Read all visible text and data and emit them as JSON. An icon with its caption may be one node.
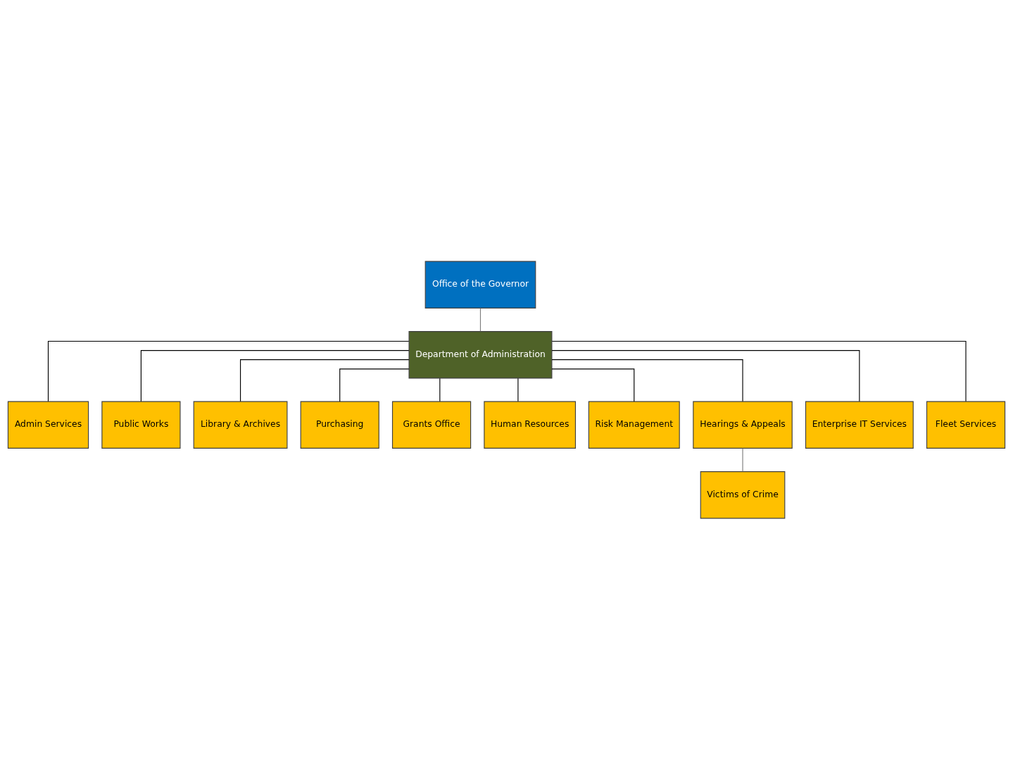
{
  "diagram": {
    "nodes": [
      {
        "text": [
          "Office of the Governor"
        ]
      },
      {
        "text": [
          "Department of Administration"
        ]
      },
      {
        "text": [
          "Admin Services"
        ]
      },
      {
        "text": [
          "Public Works"
        ]
      },
      {
        "text": [
          "Library & Archives"
        ]
      },
      {
        "text": [
          "Purchasing"
        ]
      },
      {
        "text": [
          "Grants Office"
        ]
      },
      {
        "text": [
          "Human Resources"
        ]
      },
      {
        "text": [
          "Risk Management"
        ]
      },
      {
        "text": [
          "Hearings & Appeals"
        ]
      },
      {
        "text": [
          "Enterprise IT Services"
        ]
      },
      {
        "text": [
          "Fleet Services"
        ]
      },
      {
        "text": [
          "Victims of Crime"
        ]
      }
    ],
    "edges": [
      {
        "from": 0,
        "to": 1,
        "arrow": "none",
        "color": "#7f7f7f"
      },
      {
        "from": 1,
        "to": 2,
        "arrow": "none"
      },
      {
        "from": 1,
        "to": 3,
        "arrow": "none"
      },
      {
        "from": 1,
        "to": 4,
        "arrow": "none"
      },
      {
        "from": 1,
        "to": 5,
        "arrow": "none"
      },
      {
        "from": 1,
        "to": 6,
        "arrow": "none"
      },
      {
        "from": 1,
        "to": 7,
        "arrow": "none"
      },
      {
        "from": 1,
        "to": 8,
        "arrow": "none"
      },
      {
        "from": 1,
        "to": 9,
        "arrow": "none"
      },
      {
        "from": 1,
        "to": 10,
        "arrow": "none"
      },
      {
        "from": 1,
        "to": 11,
        "arrow": "none"
      },
      {
        "from": 9,
        "to": 12,
        "arrow": "none",
        "color": "#7f7f7f"
      }
    ]
  }
}
